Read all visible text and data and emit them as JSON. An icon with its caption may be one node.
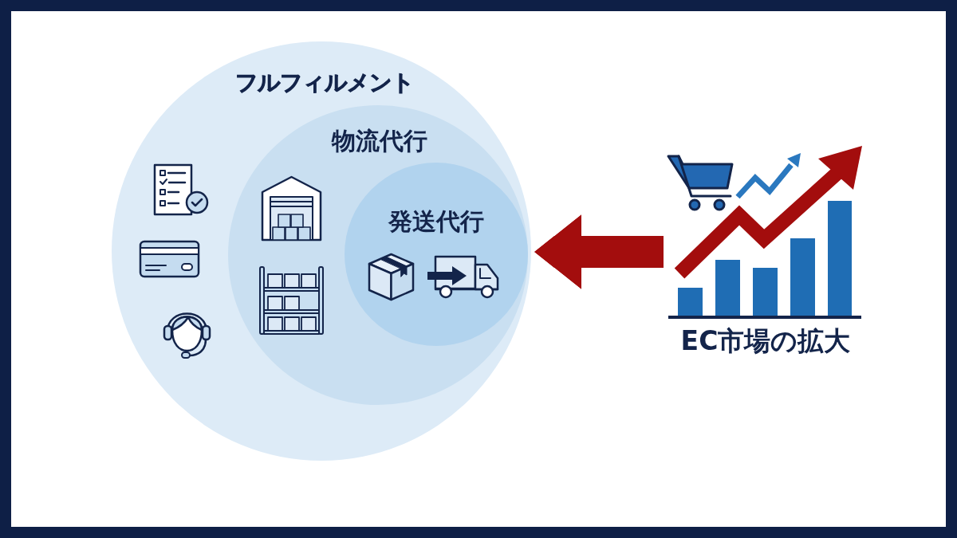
{
  "diagram": {
    "nodes": [
      {
        "text": [
          "フルフィルメント"
        ]
      },
      {
        "text": [
          "物流代行"
        ],
        "in": 0
      },
      {
        "text": [
          "発送代行"
        ],
        "in": 1
      },
      {
        "text": [
          "EC市場の拡大"
        ]
      }
    ],
    "edges": [
      {
        "from": 3,
        "to": 2,
        "arrow": "to"
      }
    ]
  }
}
